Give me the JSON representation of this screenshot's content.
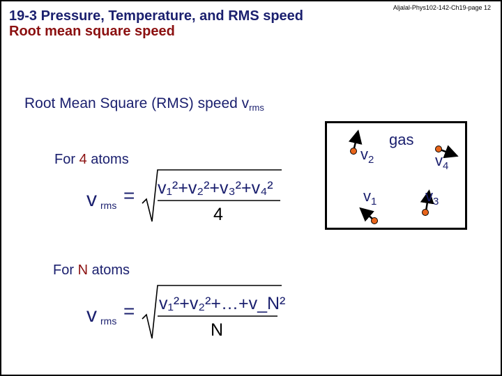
{
  "header_note": "Aljalal-Phys102-142-Ch19-page 12",
  "title": {
    "line1": "19-3 Pressure, Temperature, and RMS speed",
    "line2": "Root mean square speed"
  },
  "rms_heading": {
    "text": "Root Mean Square (RMS) speed v",
    "sub": "rms"
  },
  "section_4": {
    "prefix": "For ",
    "count": "4",
    "suffix": " atoms"
  },
  "section_n": {
    "prefix": "For ",
    "count": "N",
    "suffix": " atoms"
  },
  "formula_4": {
    "lhs": "v",
    "lhs_sub": "rms",
    "equals": "=",
    "numerator": "v₁²+v₂²+v₃²+v₄²",
    "denominator": "4"
  },
  "formula_n": {
    "lhs": "v",
    "lhs_sub": "rms",
    "equals": "=",
    "numerator": "v₁²+v₂²+…+v_N²",
    "denominator": "N"
  },
  "diagram": {
    "box_label": "gas",
    "v1": {
      "base": "v",
      "sub": "1"
    },
    "v2": {
      "base": "v",
      "sub": "2"
    },
    "v3": {
      "base": "v",
      "sub": "3"
    },
    "v4": {
      "base": "v",
      "sub": "4"
    },
    "atom_color": "#e8641a"
  },
  "colors": {
    "navy": "#1a1f6e",
    "maroon": "#8b1010"
  }
}
